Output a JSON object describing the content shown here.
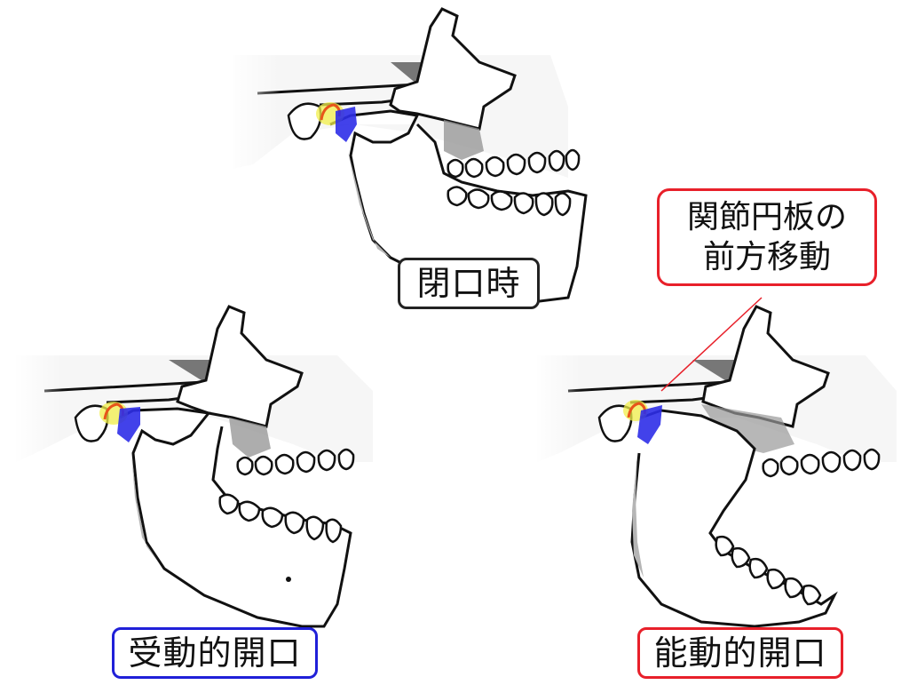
{
  "labels": {
    "closed": "閉口時",
    "passive": "受動的開口",
    "active": "能動的開口"
  },
  "callout": {
    "line1": "関節円板の",
    "line2": "前方移動"
  },
  "colors": {
    "disc": "#2e2ee8",
    "condyle_highlight": "#f2ef4a",
    "condyle_outline": "#e8541a",
    "callout_border": "#e8202a",
    "passive_border": "#2020d8",
    "closed_border": "#222222",
    "shadow": "#b5b5b5"
  }
}
